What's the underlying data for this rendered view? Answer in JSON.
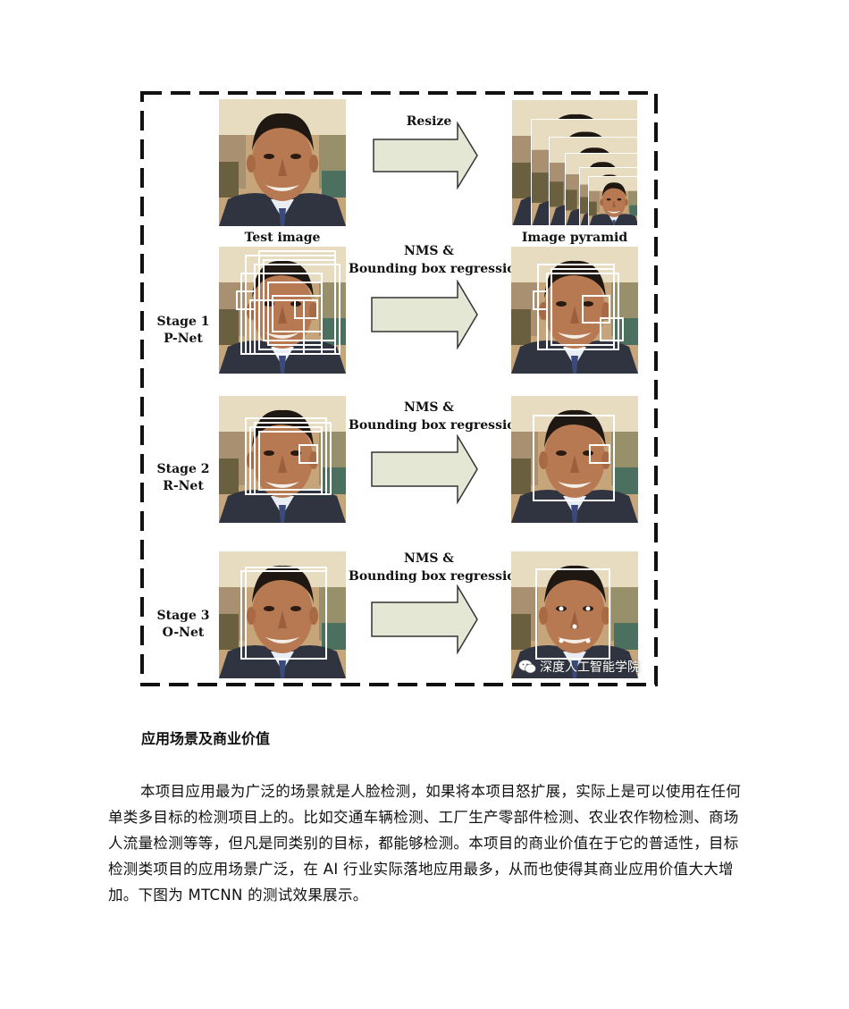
{
  "figure": {
    "labels": {
      "resize": "Resize",
      "test_image": "Test image",
      "image_pyramid": "Image pyramid",
      "nms1_line1": "NMS &",
      "nms1_line2": "Bounding box regression",
      "nms2_line1": "NMS &",
      "nms2_line2": "Bounding box regression",
      "nms3_line1": "NMS &",
      "nms3_line2": "Bounding box regression"
    },
    "stages": [
      {
        "line1": "Stage 1",
        "line2": "P-Net"
      },
      {
        "line1": "Stage 2",
        "line2": "R-Net"
      },
      {
        "line1": "Stage 3",
        "line2": "O-Net"
      }
    ],
    "watermark": "深度人工智能学院"
  },
  "section": {
    "heading": "应用场景及商业价值",
    "paragraph": "本项目应用最为广泛的场景就是人脸检测，如果将本项目怒扩展，实际上是可以使用在任何单类多目标的检测项目上的。比如交通车辆检测、工厂生产零部件检测、农业农作物检测、商场人流量检测等等，但凡是同类别的目标，都能够检测。本项目的商业价值在于它的普适性，目标检测类项目的应用场景广泛，在 AI 行业实际落地应用最多，从而也使得其商业应用价值大大增加。下图为 MTCNN 的测试效果展示。"
  },
  "colors": {
    "arrow_fill": "#e3e7d3",
    "arrow_stroke": "#333333",
    "box": "#ffffff"
  }
}
